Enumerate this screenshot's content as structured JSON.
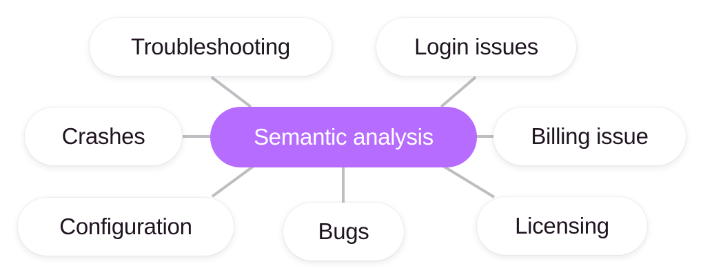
{
  "diagram": {
    "center": {
      "label": "Semantic analysis"
    },
    "topics": [
      {
        "id": "troubleshooting",
        "label": "Troubleshooting"
      },
      {
        "id": "login",
        "label": "Login issues"
      },
      {
        "id": "crashes",
        "label": "Crashes"
      },
      {
        "id": "billing",
        "label": "Billing issue"
      },
      {
        "id": "configuration",
        "label": "Configuration"
      },
      {
        "id": "bugs",
        "label": "Bugs"
      },
      {
        "id": "licensing",
        "label": "Licensing"
      }
    ]
  },
  "colors": {
    "center_fill": "#b66cff",
    "center_text": "#ffffff",
    "node_fill": "#ffffff",
    "node_text": "#1f1420",
    "connector": "#c0bdc2"
  }
}
